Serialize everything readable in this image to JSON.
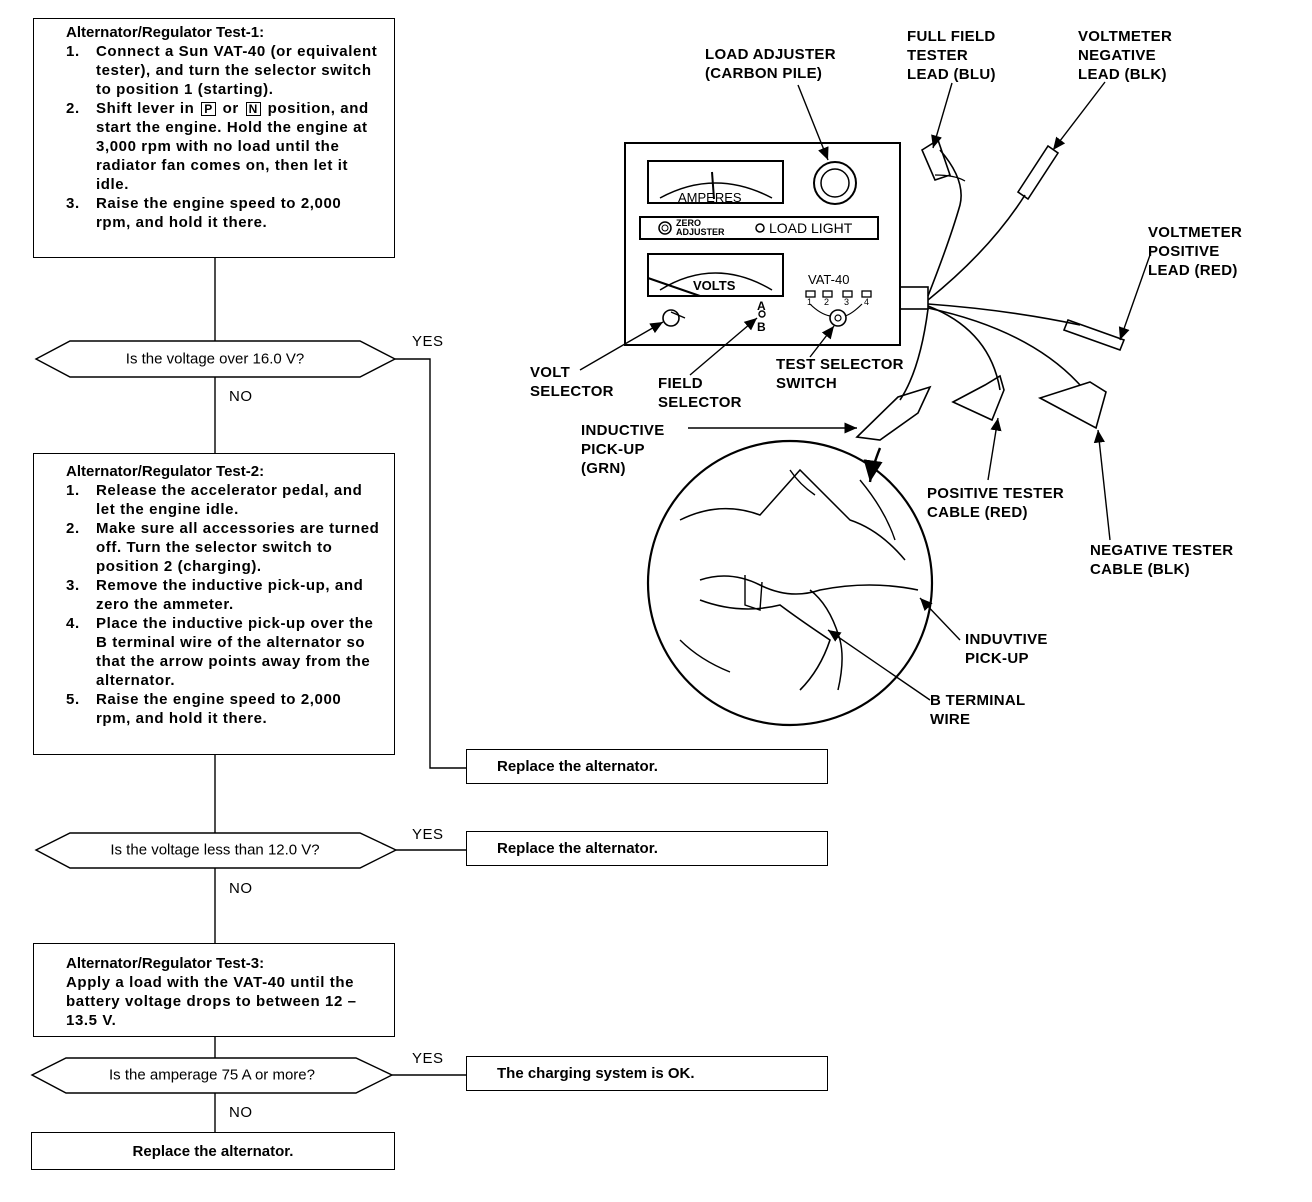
{
  "test1": {
    "title": "Alternator/Regulator Test-1:",
    "steps": [
      {
        "num": "1.",
        "text": "Connect a Sun VAT-40 (or equivalent tester), and turn the selector switch to position 1 (starting)."
      },
      {
        "num": "2.",
        "text_pre": "Shift lever in",
        "key1": "P",
        "text_mid": "or",
        "key2": "N",
        "text_post": "position, and start the engine. Hold the engine at 3,000 rpm with no load until the radiator fan comes on, then let it idle."
      },
      {
        "num": "3.",
        "text": "Raise the engine speed to 2,000 rpm, and hold it there."
      }
    ]
  },
  "decision1": {
    "question": "Is the voltage over 16.0 V?",
    "yes": "YES",
    "no": "NO"
  },
  "test2": {
    "title": "Alternator/Regulator Test-2:",
    "steps": [
      {
        "num": "1.",
        "text": "Release the accelerator pedal, and let the engine idle."
      },
      {
        "num": "2.",
        "text": "Make sure all accessories are turned off. Turn the selector switch to position 2 (charging)."
      },
      {
        "num": "3.",
        "text": "Remove the inductive pick-up, and zero the ammeter."
      },
      {
        "num": "4.",
        "text": "Place the inductive pick-up over the B terminal wire of the alternator so that the arrow points away from the alternator."
      },
      {
        "num": "5.",
        "text": "Raise the engine speed to 2,000 rpm, and hold it there."
      }
    ]
  },
  "result_replace1": "Replace the alternator.",
  "decision2": {
    "question": "Is the voltage less than 12.0 V?",
    "yes": "YES",
    "no": "NO"
  },
  "result_replace2": "Replace the alternator.",
  "test3": {
    "title": "Alternator/Regulator Test-3:",
    "text": "Apply a load with the VAT-40 until the battery voltage drops to between 12 – 13.5 V."
  },
  "decision3": {
    "question": "Is the amperage 75 A or more?",
    "yes": "YES",
    "no": "NO"
  },
  "result_ok": "The charging system is OK.",
  "result_replace3": "Replace the alternator.",
  "instrument": {
    "amperes": "AMPERES",
    "volts": "VOLTS",
    "zero": "ZERO",
    "adjuster": "ADJUSTER",
    "load_light": "LOAD LIGHT",
    "model": "VAT-40",
    "positions": [
      "1",
      "2",
      "3",
      "4"
    ],
    "field_a": "A",
    "field_b": "B"
  },
  "callouts": {
    "load_adjuster": [
      "LOAD ADJUSTER",
      "(CARBON PILE)"
    ],
    "full_field": [
      "FULL FIELD",
      "TESTER",
      "LEAD (BLU)"
    ],
    "volt_neg": [
      "VOLTMETER",
      "NEGATIVE",
      "LEAD (BLK)"
    ],
    "volt_pos": [
      "VOLTMETER",
      "POSITIVE",
      "LEAD (RED)"
    ],
    "volt_selector": [
      "VOLT",
      "SELECTOR"
    ],
    "field_selector": [
      "FIELD",
      "SELECTOR"
    ],
    "test_selector": [
      "TEST SELECTOR",
      "SWITCH"
    ],
    "inductive": [
      "INDUCTIVE",
      "PICK-UP",
      "(GRN)"
    ],
    "pos_cable": [
      "POSITIVE TESTER",
      "CABLE (RED)"
    ],
    "neg_cable": [
      "NEGATIVE TESTER",
      "CABLE (BLK)"
    ],
    "induvtive": [
      "INDUVTIVE",
      "PICK-UP"
    ],
    "b_terminal": [
      "B TERMINAL",
      "WIRE"
    ]
  }
}
